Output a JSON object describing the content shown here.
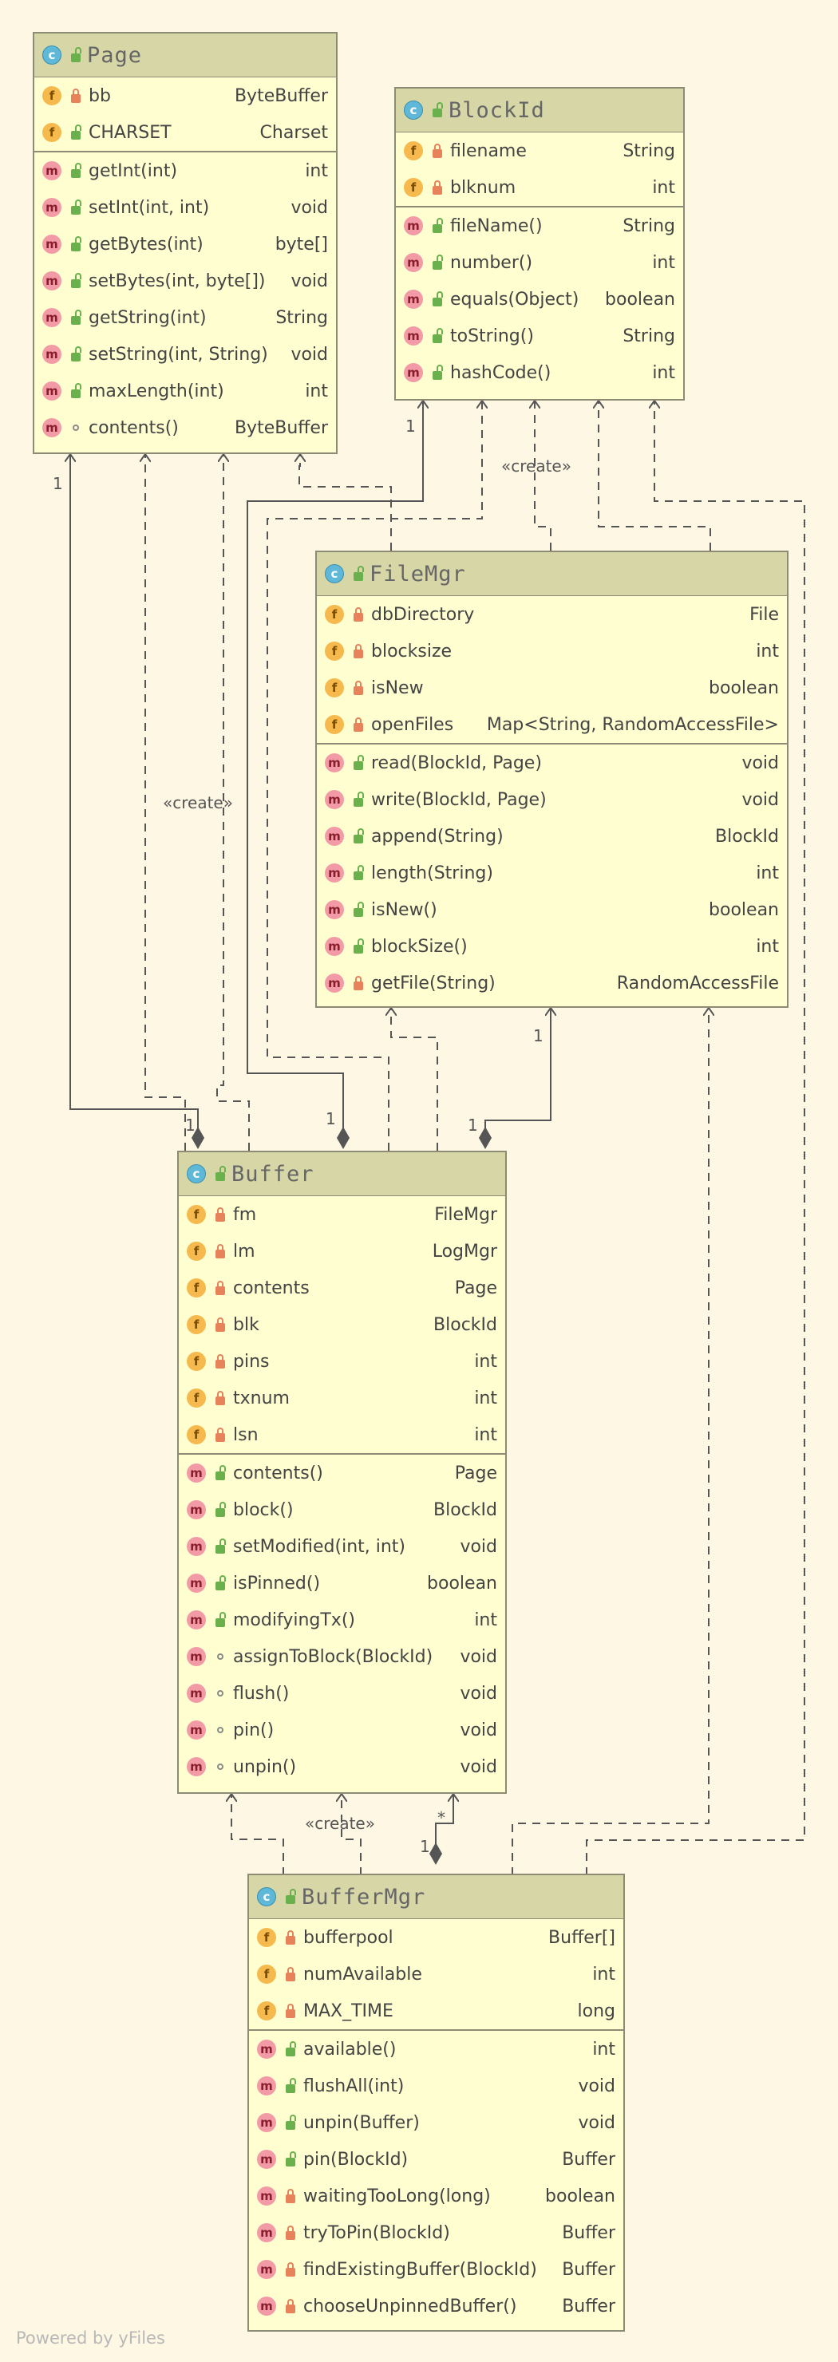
{
  "colors": {
    "background": "#fdf7e3",
    "box_fill": "#fefed0",
    "header_fill": "#d6d6a6",
    "border": "#8c8c74",
    "line": "#555555"
  },
  "classes": {
    "page": {
      "name": "Page",
      "fields": [
        {
          "name": "bb",
          "type": "ByteBuffer",
          "vis": "private",
          "icon": "field"
        },
        {
          "name": "CHARSET",
          "type": "Charset",
          "vis": "public",
          "icon": "field-static"
        }
      ],
      "methods": [
        {
          "name": "getInt(int)",
          "type": "int",
          "vis": "public",
          "icon": "method"
        },
        {
          "name": "setInt(int, int)",
          "type": "void",
          "vis": "public",
          "icon": "method"
        },
        {
          "name": "getBytes(int)",
          "type": "byte[]",
          "vis": "public",
          "icon": "method"
        },
        {
          "name": "setBytes(int, byte[])",
          "type": "void",
          "vis": "public",
          "icon": "method"
        },
        {
          "name": "getString(int)",
          "type": "String",
          "vis": "public",
          "icon": "method"
        },
        {
          "name": "setString(int, String)",
          "type": "void",
          "vis": "public",
          "icon": "method"
        },
        {
          "name": "maxLength(int)",
          "type": "int",
          "vis": "public",
          "icon": "method-static"
        },
        {
          "name": "contents()",
          "type": "ByteBuffer",
          "vis": "package",
          "icon": "method"
        }
      ]
    },
    "blockid": {
      "name": "BlockId",
      "fields": [
        {
          "name": "filename",
          "type": "String",
          "vis": "private",
          "icon": "field"
        },
        {
          "name": "blknum",
          "type": "int",
          "vis": "private",
          "icon": "field"
        }
      ],
      "methods": [
        {
          "name": "fileName()",
          "type": "String",
          "vis": "public",
          "icon": "method"
        },
        {
          "name": "number()",
          "type": "int",
          "vis": "public",
          "icon": "method"
        },
        {
          "name": "equals(Object)",
          "type": "boolean",
          "vis": "public",
          "icon": "method"
        },
        {
          "name": "toString()",
          "type": "String",
          "vis": "public",
          "icon": "method"
        },
        {
          "name": "hashCode()",
          "type": "int",
          "vis": "public",
          "icon": "method"
        }
      ]
    },
    "filemgr": {
      "name": "FileMgr",
      "fields": [
        {
          "name": "dbDirectory",
          "type": "File",
          "vis": "private",
          "icon": "field"
        },
        {
          "name": "blocksize",
          "type": "int",
          "vis": "private",
          "icon": "field"
        },
        {
          "name": "isNew",
          "type": "boolean",
          "vis": "private",
          "icon": "field"
        },
        {
          "name": "openFiles",
          "type": "Map<String, RandomAccessFile>",
          "vis": "private",
          "icon": "field"
        }
      ],
      "methods": [
        {
          "name": "read(BlockId, Page)",
          "type": "void",
          "vis": "public",
          "icon": "method"
        },
        {
          "name": "write(BlockId, Page)",
          "type": "void",
          "vis": "public",
          "icon": "method"
        },
        {
          "name": "append(String)",
          "type": "BlockId",
          "vis": "public",
          "icon": "method"
        },
        {
          "name": "length(String)",
          "type": "int",
          "vis": "public",
          "icon": "method"
        },
        {
          "name": "isNew()",
          "type": "boolean",
          "vis": "public",
          "icon": "method"
        },
        {
          "name": "blockSize()",
          "type": "int",
          "vis": "public",
          "icon": "method"
        },
        {
          "name": "getFile(String)",
          "type": "RandomAccessFile",
          "vis": "private",
          "icon": "method"
        }
      ]
    },
    "buffer": {
      "name": "Buffer",
      "fields": [
        {
          "name": "fm",
          "type": "FileMgr",
          "vis": "private",
          "icon": "field"
        },
        {
          "name": "lm",
          "type": "LogMgr",
          "vis": "private",
          "icon": "field"
        },
        {
          "name": "contents",
          "type": "Page",
          "vis": "private",
          "icon": "field"
        },
        {
          "name": "blk",
          "type": "BlockId",
          "vis": "private",
          "icon": "field"
        },
        {
          "name": "pins",
          "type": "int",
          "vis": "private",
          "icon": "field"
        },
        {
          "name": "txnum",
          "type": "int",
          "vis": "private",
          "icon": "field"
        },
        {
          "name": "lsn",
          "type": "int",
          "vis": "private",
          "icon": "field"
        }
      ],
      "methods": [
        {
          "name": "contents()",
          "type": "Page",
          "vis": "public",
          "icon": "method"
        },
        {
          "name": "block()",
          "type": "BlockId",
          "vis": "public",
          "icon": "method"
        },
        {
          "name": "setModified(int, int)",
          "type": "void",
          "vis": "public",
          "icon": "method"
        },
        {
          "name": "isPinned()",
          "type": "boolean",
          "vis": "public",
          "icon": "method"
        },
        {
          "name": "modifyingTx()",
          "type": "int",
          "vis": "public",
          "icon": "method"
        },
        {
          "name": "assignToBlock(BlockId)",
          "type": "void",
          "vis": "package",
          "icon": "method"
        },
        {
          "name": "flush()",
          "type": "void",
          "vis": "package",
          "icon": "method"
        },
        {
          "name": "pin()",
          "type": "void",
          "vis": "package",
          "icon": "method"
        },
        {
          "name": "unpin()",
          "type": "void",
          "vis": "package",
          "icon": "method"
        }
      ]
    },
    "buffermgr": {
      "name": "BufferMgr",
      "fields": [
        {
          "name": "bufferpool",
          "type": "Buffer[]",
          "vis": "private",
          "icon": "field"
        },
        {
          "name": "numAvailable",
          "type": "int",
          "vis": "private",
          "icon": "field"
        },
        {
          "name": "MAX_TIME",
          "type": "long",
          "vis": "private",
          "icon": "field-static"
        }
      ],
      "methods": [
        {
          "name": "available()",
          "type": "int",
          "vis": "public",
          "icon": "method"
        },
        {
          "name": "flushAll(int)",
          "type": "void",
          "vis": "public",
          "icon": "method"
        },
        {
          "name": "unpin(Buffer)",
          "type": "void",
          "vis": "public",
          "icon": "method"
        },
        {
          "name": "pin(BlockId)",
          "type": "Buffer",
          "vis": "public",
          "icon": "method"
        },
        {
          "name": "waitingTooLong(long)",
          "type": "boolean",
          "vis": "private",
          "icon": "method"
        },
        {
          "name": "tryToPin(BlockId)",
          "type": "Buffer",
          "vis": "private",
          "icon": "method"
        },
        {
          "name": "findExistingBuffer(BlockId)",
          "type": "Buffer",
          "vis": "private",
          "icon": "method"
        },
        {
          "name": "chooseUnpinnedBuffer()",
          "type": "Buffer",
          "vis": "private",
          "icon": "method"
        }
      ]
    }
  },
  "labels": {
    "create": "«create»",
    "one": "1",
    "many": "*"
  },
  "footer": "Powered by yFiles"
}
